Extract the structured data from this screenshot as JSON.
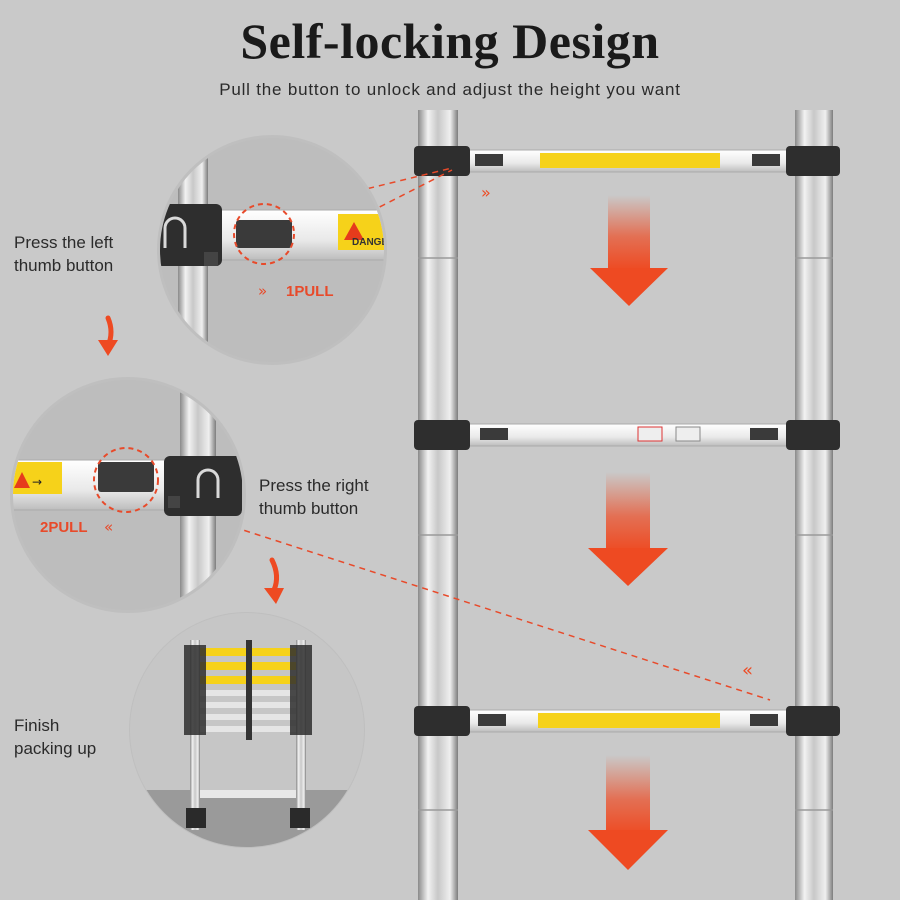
{
  "header": {
    "title": "Self-locking Design",
    "subtitle": "Pull the button to unlock and adjust the height you want"
  },
  "steps": [
    {
      "line1": "Press the left",
      "line2": "thumb button",
      "pull_label": "1PULL"
    },
    {
      "line1": "Press the right",
      "line2": "thumb button",
      "pull_label": "2PULL"
    },
    {
      "line1": "Finish",
      "line2": "packing up"
    }
  ],
  "labels": {
    "danger": "DANGER"
  },
  "colors": {
    "background": "#c9c9c9",
    "accent_arrow": "#ee4a22",
    "warning_yellow": "#f6d21a",
    "clamp_dark": "#2e2e2e"
  }
}
